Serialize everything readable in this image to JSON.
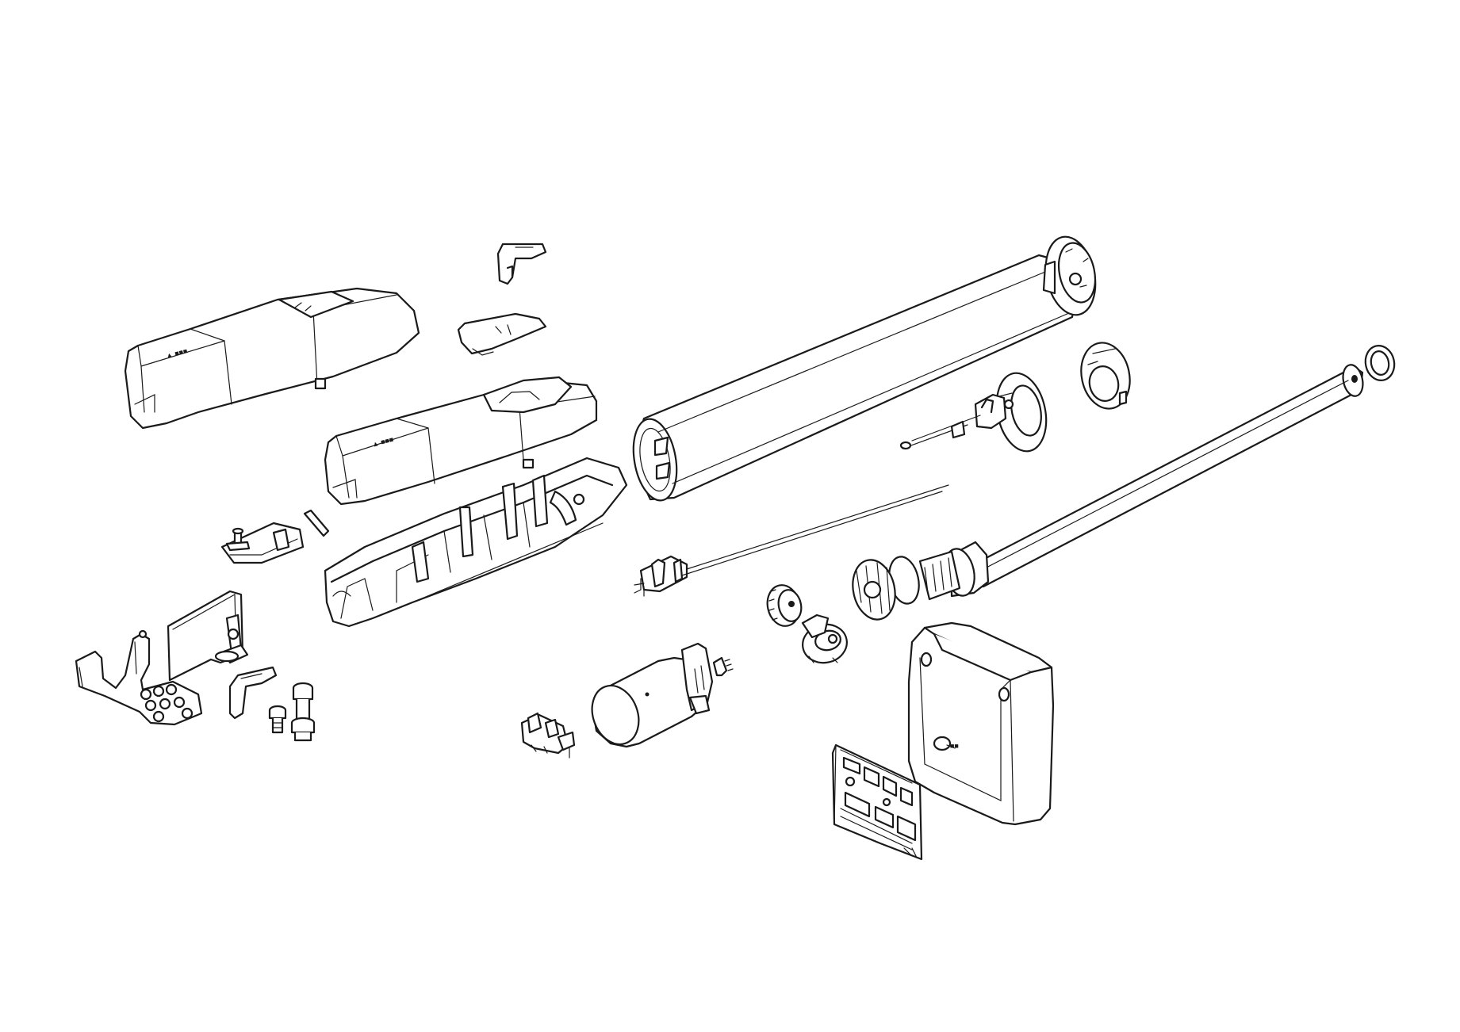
{
  "diagram": {
    "type": "exploded-parts-view",
    "background_color": "#ffffff",
    "line_color": "#1a1a1a",
    "parts": [
      {
        "name": "top-cover-closed"
      },
      {
        "name": "release-key"
      },
      {
        "name": "release-hatch-cover"
      },
      {
        "name": "top-cover-open"
      },
      {
        "name": "lower-housing"
      },
      {
        "name": "pin"
      },
      {
        "name": "small-bracket-plate"
      },
      {
        "name": "rear-bracket"
      },
      {
        "name": "post-bracket"
      },
      {
        "name": "spare-release-key"
      },
      {
        "name": "small-bolt"
      },
      {
        "name": "large-bolt"
      },
      {
        "name": "outer-tube"
      },
      {
        "name": "tube-end-cap"
      },
      {
        "name": "limit-switch-bracket"
      },
      {
        "name": "end-flange"
      },
      {
        "name": "push-rod"
      },
      {
        "name": "ring-seal"
      },
      {
        "name": "limit-switch-rod"
      },
      {
        "name": "worm-gear-assembly"
      },
      {
        "name": "pinion-gear"
      },
      {
        "name": "gear-hub"
      },
      {
        "name": "motor"
      },
      {
        "name": "terminal-connector"
      },
      {
        "name": "control-box"
      },
      {
        "name": "control-board"
      }
    ]
  }
}
